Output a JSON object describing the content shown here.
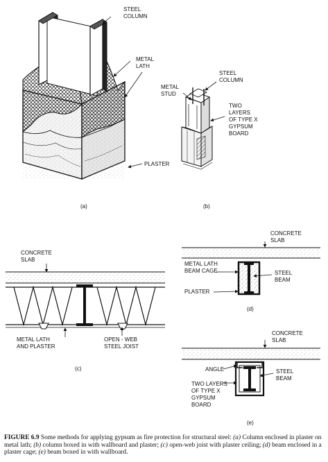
{
  "panel_a": {
    "label": "(a)",
    "callouts": {
      "steel_column": [
        "STEEL",
        "COLUMN"
      ],
      "metal_lath": [
        "METAL",
        "LATH"
      ],
      "plaster": "PLASTER"
    }
  },
  "panel_b": {
    "label": "(b)",
    "callouts": {
      "steel_column": [
        "STEEL",
        "COLUMN"
      ],
      "metal_stud": [
        "METAL",
        "STUD"
      ],
      "gypsum": [
        "TWO",
        "LAYERS",
        "OF TYPE X",
        "GYPSUM",
        "BOARD"
      ]
    }
  },
  "panel_c": {
    "label": "(c)",
    "callouts": {
      "concrete_slab": [
        "CONCRETE",
        "SLAB"
      ],
      "metal_lath_plaster": [
        "METAL LATH",
        "AND PLASTER"
      ],
      "joist": [
        "OPEN - WEB",
        "STEEL JOIST"
      ]
    }
  },
  "panel_d": {
    "label": "(d)",
    "callouts": {
      "concrete_slab": [
        "CONCRETE",
        "SLAB"
      ],
      "lath_cage": [
        "METAL LATH",
        "BEAM CAGE"
      ],
      "plaster": "PLASTER",
      "steel_beam": [
        "STEEL",
        "BEAM"
      ]
    }
  },
  "panel_e": {
    "label": "(e)",
    "callouts": {
      "concrete_slab": [
        "CONCRETE",
        "SLAB"
      ],
      "angle": "ANGLE",
      "steel_beam": [
        "STEEL",
        "BEAM"
      ],
      "gypsum": [
        "TWO LAYERS",
        "OF TYPE X",
        "GYPSUM",
        "BOARD"
      ]
    }
  },
  "caption": {
    "figure_number": "FIGURE 6.9",
    "text_1": "Some methods for applying gypsum as fire protection for structural steel: ",
    "a_tag": "(a)",
    "a_text": " Column enclosed in plaster on metal lath; ",
    "b_tag": "(b)",
    "b_text": " column boxed in with wallboard and plaster; ",
    "c_tag": "(c)",
    "c_text": " open-web joist with plaster ceiling; ",
    "d_tag": "(d)",
    "d_text": " beam enclosed in a plaster cage; ",
    "e_tag": "(e)",
    "e_text": " beam boxed in with wallboard."
  },
  "colors": {
    "ink": "#111111",
    "paper": "#ffffff"
  }
}
